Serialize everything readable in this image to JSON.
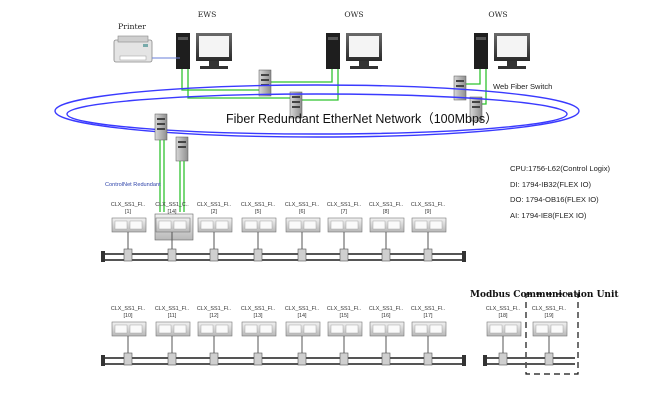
{
  "workstations": [
    {
      "label": "EWS",
      "id": "ews"
    },
    {
      "label": "OWS",
      "id": "ows-1"
    },
    {
      "label": "OWS",
      "id": "ows-2"
    }
  ],
  "printer": {
    "label": "Printer"
  },
  "web_fiber_switch": {
    "label": "Web Fiber Switch"
  },
  "network": {
    "label": "Fiber Redundant EtherNet Network（100Mbps）"
  },
  "controlnet": {
    "label": "ControlNet  Redundant"
  },
  "specs": [
    "CPU:1756-L62(Control Logix)",
    "DI:  1794-IB32(FLEX IO)",
    "DO:  1794-OB16(FLEX IO)",
    "AI:   1794-IE8(FLEX IO)"
  ],
  "row1_nodes": [
    {
      "name": "CLX_SS1_Fl..",
      "index": "[1]"
    },
    {
      "name": "CLX_SS1_C..",
      "index": "[14]"
    },
    {
      "name": "CLX_SS1_Fl..",
      "index": "[2]"
    },
    {
      "name": "CLX_SS1_Fl..",
      "index": "[5]"
    },
    {
      "name": "CLX_SS1_Fl..",
      "index": "[6]"
    },
    {
      "name": "CLX_SS1_Fl..",
      "index": "[7]"
    },
    {
      "name": "CLX_SS1_Fl..",
      "index": "[8]"
    },
    {
      "name": "CLX_SS1_Fl..",
      "index": "[9]"
    }
  ],
  "row2_nodes": [
    {
      "name": "CLX_SS1_Fl..",
      "index": "[10]"
    },
    {
      "name": "CLX_SS1_Fl..",
      "index": "[11]"
    },
    {
      "name": "CLX_SS1_Fl..",
      "index": "[12]"
    },
    {
      "name": "CLX_SS1_Fl..",
      "index": "[13]"
    },
    {
      "name": "CLX_SS1_Fl..",
      "index": "[14]"
    },
    {
      "name": "CLX_SS1_Fl..",
      "index": "[15]"
    },
    {
      "name": "CLX_SS1_Fl..",
      "index": "[16]"
    },
    {
      "name": "CLX_SS1_Fl..",
      "index": "[17]"
    }
  ],
  "modbus_nodes": [
    {
      "name": "CLX_SS1_Fl..",
      "index": "[18]"
    },
    {
      "name": "CLX_SS1_Fl..",
      "index": "[19]"
    }
  ],
  "modbus": {
    "label": "Modbus Communication Unit"
  },
  "colors": {
    "ring": "#3a3aff",
    "green": "#2fc42f",
    "bus": "#555555"
  }
}
